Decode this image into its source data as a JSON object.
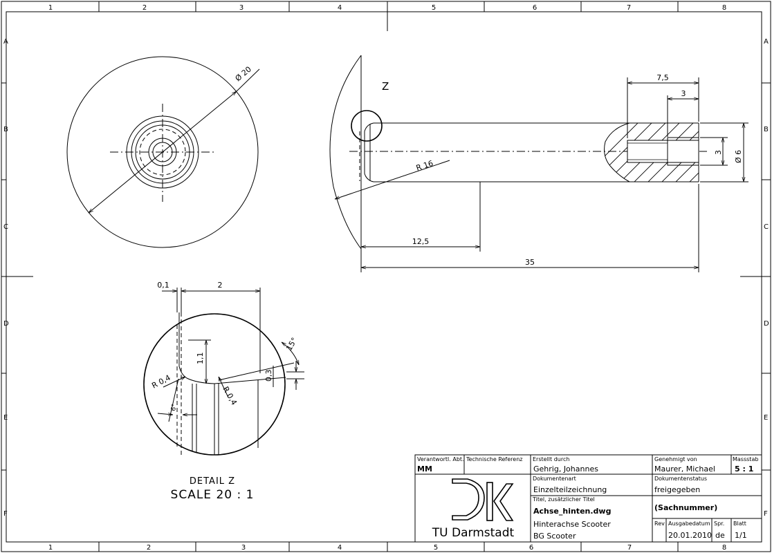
{
  "zones": {
    "columns": [
      "1",
      "2",
      "3",
      "4",
      "5",
      "6",
      "7",
      "8"
    ],
    "rows": [
      "A",
      "B",
      "C",
      "D",
      "E",
      "F"
    ]
  },
  "views": {
    "front": {
      "dia_label": "Ø 20"
    },
    "side": {
      "view_letter": "Z",
      "radius_label": "R 16",
      "dim_7_5": "7,5",
      "dim_3_top": "3",
      "dim_3_right": "3",
      "dim_6": "Ø 6",
      "dim_12_5": "12,5",
      "dim_35": "35"
    },
    "detail": {
      "dim_0_1": "0,1",
      "dim_2": "2",
      "dim_15deg": "15°",
      "dim_1_1": "1,1",
      "dim_0_3": "0,3",
      "r_left": "R 0,4",
      "r_right": "R 0,4",
      "dim_6deg": "6°",
      "caption_line1": "DETAIL Z",
      "caption_line2": "SCALE 20 : 1"
    }
  },
  "title_block": {
    "verantwortl_label": "Verantwortl. Abt.",
    "verantwortl_value": "MM",
    "techref_label": "Technische Referenz",
    "erstellt_label": "Erstellt durch",
    "erstellt_value": "Gehrig, Johannes",
    "genehmigt_label": "Genehmigt von",
    "genehmigt_value": "Maurer, Michael",
    "massstab_label": "Massstab",
    "massstab_value": "5 : 1",
    "dokart_label": "Dokumentenart",
    "dokart_value": "Einzelteilzeichnung",
    "dokstatus_label": "Dokumentenstatus",
    "dokstatus_value": "freigegeben",
    "titel_label": "Titel, zusätzlicher Titel",
    "titel_line1": "Achse_hinten.dwg",
    "titel_line2": "Hinterachse Scooter",
    "titel_line3": "BG Scooter",
    "sachnummer": "(Sachnummer)",
    "rev_label": "Rev",
    "ausgabe_label": "Ausgabedatum",
    "ausgabe_value": "20.01.2010",
    "spr_label": "Spr.",
    "spr_value": "de",
    "blatt_label": "Blatt",
    "blatt_value": "1/1",
    "university": "TU Darmstadt"
  }
}
